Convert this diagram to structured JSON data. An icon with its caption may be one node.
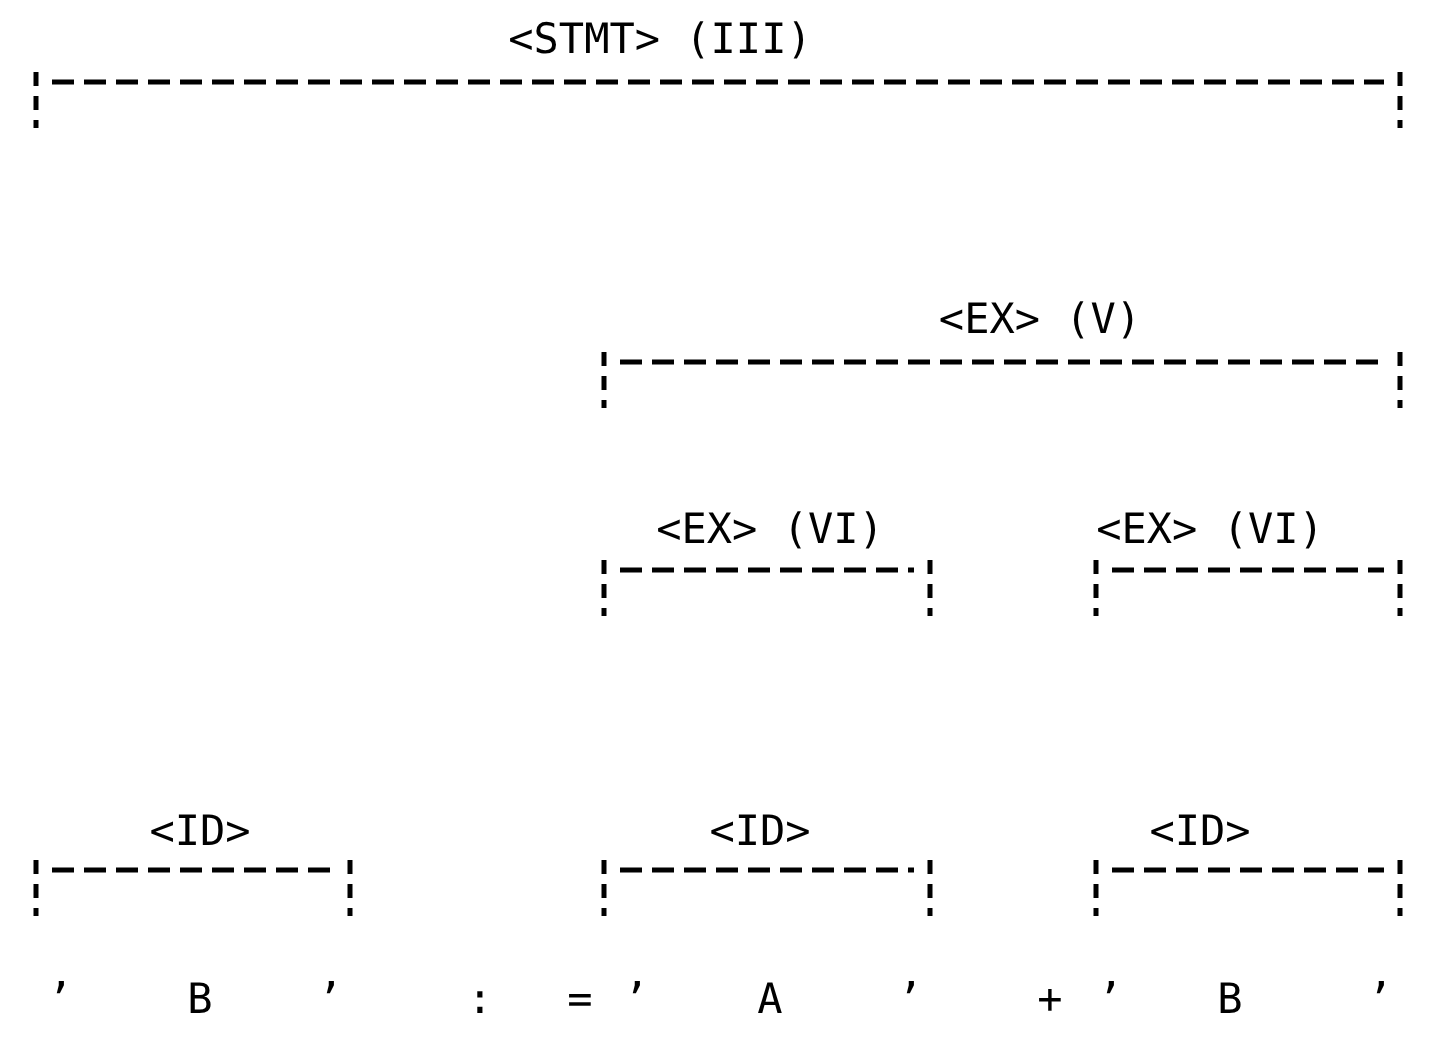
{
  "diagram": {
    "labels": [
      "<STMT> (III)",
      "<EX> (V)",
      "<EX> (VI)",
      "<EX> (VI)",
      "<ID>",
      "<ID>",
      "<ID>",
      "’",
      "B",
      "’",
      ":",
      "=",
      "’",
      "A",
      "’",
      "+",
      "’",
      "B",
      "’"
    ]
  }
}
